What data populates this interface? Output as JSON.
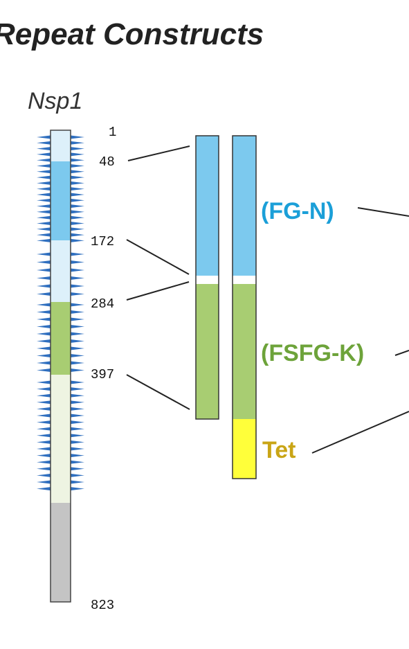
{
  "title": "Repeat Constructs",
  "protein": {
    "name": "Nsp1",
    "markers": [
      "1",
      "48",
      "172",
      "284",
      "397",
      "823"
    ]
  },
  "constructs": {
    "fg_n": "(FG-N)",
    "fsfg_k": "(FSFG-K)",
    "tet": "Tet"
  },
  "colors": {
    "fg_blue": "#7cc9ee",
    "fg_blue_light": "#ddf0fa",
    "fsfg_green": "#a8cd72",
    "fsfg_green_light": "#eef4e2",
    "tet_yellow": "#ffff3a",
    "unstructured_gray": "#c4c4c4",
    "repeat_spike": "#2f6fbf",
    "label_blue": "#1b9fd8",
    "label_green": "#6da33a",
    "label_gold": "#c9a516"
  }
}
